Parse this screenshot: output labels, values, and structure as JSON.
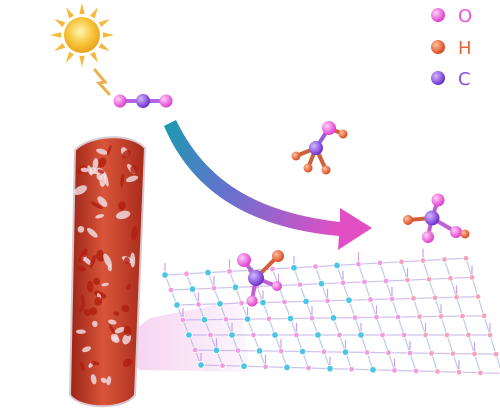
{
  "legend": {
    "items": [
      {
        "label": "O",
        "color": "#ee55dd"
      },
      {
        "label": "H",
        "color": "#e8643a"
      },
      {
        "label": "C",
        "color": "#8a4fe0"
      }
    ]
  },
  "colors": {
    "oxygen": "#ee55dd",
    "hydrogen": "#e8643a",
    "carbon": "#8a4fe0",
    "arrow_start": "#1a9bb0",
    "arrow_end": "#e24fc4",
    "sun": "#f7c43a",
    "rod_red": "#c8311f",
    "lattice_blue": "#4cc6e6",
    "lattice_pink": "#f29ae3"
  },
  "icons": [
    "sun-icon",
    "light-ray-icon",
    "curved-arrow-icon"
  ]
}
